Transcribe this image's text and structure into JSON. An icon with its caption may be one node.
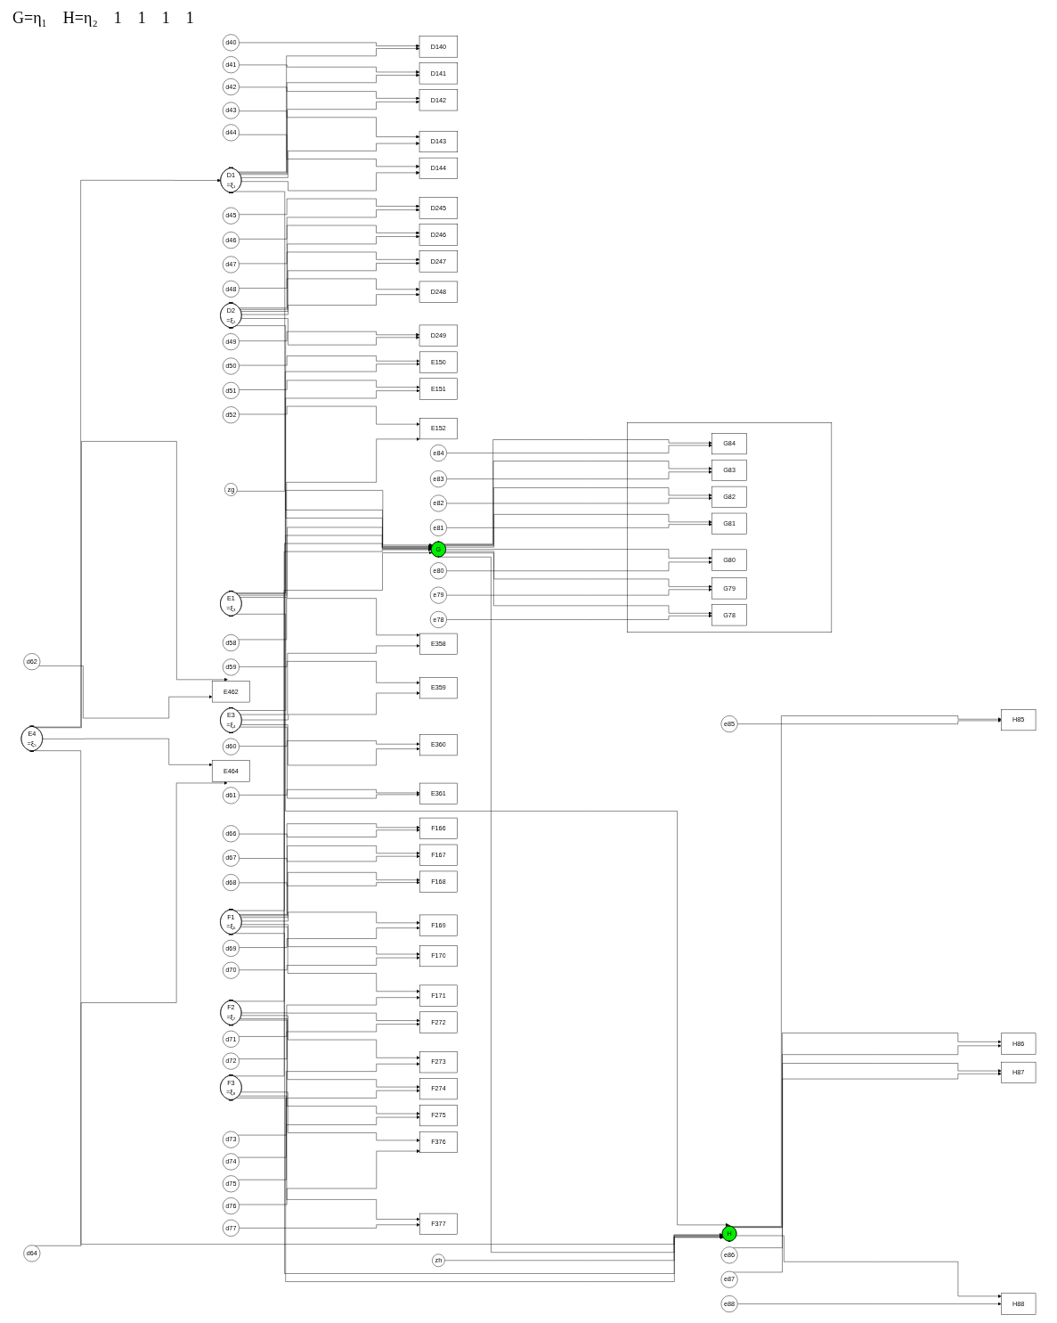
{
  "diagram": {
    "nodes": [
      {
        "text": [
          "d40"
        ]
      },
      {
        "text": [
          "d41"
        ]
      },
      {
        "text": [
          "d42"
        ]
      },
      {
        "text": [
          "d43"
        ]
      },
      {
        "text": [
          "d44"
        ]
      },
      {
        "text": [
          "d45"
        ]
      },
      {
        "text": [
          "d46"
        ]
      },
      {
        "text": [
          "d47"
        ]
      },
      {
        "text": [
          "d48"
        ]
      },
      {
        "text": [
          "d49"
        ]
      },
      {
        "text": [
          "D140"
        ]
      },
      {
        "text": [
          "D141"
        ]
      },
      {
        "text": [
          "D142"
        ]
      },
      {
        "text": [
          "D143"
        ]
      },
      {
        "text": [
          "D144"
        ]
      },
      {
        "text": [
          "D245"
        ]
      },
      {
        "text": [
          "D246"
        ]
      },
      {
        "text": [
          "D247"
        ]
      },
      {
        "text": [
          "D248"
        ]
      },
      {
        "text": [
          "D249"
        ]
      },
      {
        "text": [
          "D1",
          "=ξ₁"
        ]
      },
      {
        "text": [
          "D2",
          "=ξ₂"
        ]
      },
      {
        "text": [
          "zg"
        ]
      },
      {
        "text": [
          "d50"
        ]
      },
      {
        "text": [
          "E150"
        ]
      },
      {
        "text": [
          "d51"
        ]
      },
      {
        "text": [
          "E151"
        ]
      },
      {
        "text": [
          "d52"
        ]
      },
      {
        "text": [
          "E152"
        ]
      },
      {
        "text": [
          "E1",
          "=ξ₃"
        ]
      },
      {
        "text": [
          "G"
        ]
      },
      {
        "text": [],
        "shape": "box"
      },
      {
        "text": [
          "G84"
        ],
        "in": 31
      },
      {
        "text": [
          "G83"
        ],
        "in": 31
      },
      {
        "text": [
          "G82"
        ],
        "in": 31
      },
      {
        "text": [
          "G81"
        ],
        "in": 31
      },
      {
        "text": [
          "G80"
        ],
        "in": 31
      },
      {
        "text": [
          "G79"
        ],
        "in": 31
      },
      {
        "text": [
          "G78"
        ],
        "in": 31
      },
      {
        "text": [
          "e84"
        ]
      },
      {
        "text": [
          "e83"
        ]
      },
      {
        "text": [
          "e82"
        ]
      },
      {
        "text": [
          "e81"
        ]
      },
      {
        "text": [
          "e80"
        ]
      },
      {
        "text": [
          "e79"
        ]
      },
      {
        "text": [
          "e78"
        ]
      },
      {
        "text": [
          "d58"
        ]
      },
      {
        "text": [
          "E358"
        ]
      },
      {
        "text": [
          "d59"
        ]
      },
      {
        "text": [
          "E359"
        ]
      },
      {
        "text": [
          "E462"
        ]
      },
      {
        "text": [
          "d62"
        ]
      },
      {
        "text": [
          "E3",
          "=ξ₄"
        ]
      },
      {
        "text": [
          "d60"
        ]
      },
      {
        "text": [
          "E360"
        ]
      },
      {
        "text": [
          "E4",
          "=ξ₅"
        ]
      },
      {
        "text": [
          "E464"
        ]
      },
      {
        "text": [
          "d64"
        ]
      },
      {
        "text": [
          "d61"
        ]
      },
      {
        "text": [
          "E361"
        ]
      },
      {
        "text": [
          "H"
        ]
      },
      {
        "text": [
          "zh"
        ]
      },
      {
        "text": [
          "H85"
        ]
      },
      {
        "text": [
          "H86"
        ]
      },
      {
        "text": [
          "H87"
        ]
      },
      {
        "text": [
          "H88"
        ]
      },
      {
        "text": [
          "e85"
        ]
      },
      {
        "text": [
          "e86"
        ]
      },
      {
        "text": [
          "e87"
        ]
      },
      {
        "text": [
          "e88"
        ]
      },
      {
        "text": [
          "F1",
          "=ξ₆"
        ]
      },
      {
        "text": [
          "F2",
          "=ξ₇"
        ]
      },
      {
        "text": [
          "F3",
          "=ξ₈"
        ]
      },
      {
        "text": [
          "F166"
        ]
      },
      {
        "text": [
          "F167"
        ]
      },
      {
        "text": [
          "F168"
        ]
      },
      {
        "text": [
          "F169"
        ]
      },
      {
        "text": [
          "F170"
        ]
      },
      {
        "text": [
          "F171"
        ]
      },
      {
        "text": [
          "F272"
        ]
      },
      {
        "text": [
          "F273"
        ]
      },
      {
        "text": [
          "F274"
        ]
      },
      {
        "text": [
          "F275"
        ]
      },
      {
        "text": [
          "F376"
        ]
      },
      {
        "text": [
          "F377"
        ]
      },
      {
        "text": [
          "d66"
        ]
      },
      {
        "text": [
          "d67"
        ]
      },
      {
        "text": [
          "d68"
        ]
      },
      {
        "text": [
          "d69"
        ]
      },
      {
        "text": [
          "d70"
        ]
      },
      {
        "text": [
          "d71"
        ]
      },
      {
        "text": [
          "d72"
        ]
      },
      {
        "text": [
          "d73"
        ]
      },
      {
        "text": [
          "d74"
        ]
      },
      {
        "text": [
          "d75"
        ]
      },
      {
        "text": [
          "d76"
        ]
      },
      {
        "text": [
          "d77"
        ]
      }
    ],
    "edges": [
      {
        "from": 0,
        "to": 10,
        "arrow": "to"
      },
      {
        "from": 1,
        "to": 11,
        "arrow": "to"
      },
      {
        "from": 2,
        "to": 12,
        "arrow": "to"
      },
      {
        "from": 3,
        "to": 13,
        "arrow": "to"
      },
      {
        "from": 4,
        "to": 14,
        "arrow": "to"
      },
      {
        "from": 5,
        "to": 15,
        "arrow": "to"
      },
      {
        "from": 6,
        "to": 16,
        "arrow": "to"
      },
      {
        "from": 7,
        "to": 17,
        "arrow": "to"
      },
      {
        "from": 8,
        "to": 18,
        "arrow": "to"
      },
      {
        "from": 9,
        "to": 19,
        "arrow": "to"
      },
      {
        "from": 20,
        "to": 10,
        "arrow": "to"
      },
      {
        "from": 20,
        "to": 11,
        "arrow": "to"
      },
      {
        "from": 20,
        "to": 12,
        "arrow": "to"
      },
      {
        "from": 20,
        "to": 13,
        "arrow": "to"
      },
      {
        "from": 20,
        "to": 14,
        "arrow": "to"
      },
      {
        "from": 21,
        "to": 15,
        "arrow": "to"
      },
      {
        "from": 21,
        "to": 16,
        "arrow": "to"
      },
      {
        "from": 21,
        "to": 17,
        "arrow": "to"
      },
      {
        "from": 21,
        "to": 18,
        "arrow": "to"
      },
      {
        "from": 21,
        "to": 19,
        "arrow": "to"
      },
      {
        "from": 20,
        "to": 30,
        "arrow": "to"
      },
      {
        "from": 21,
        "to": 30,
        "arrow": "to"
      },
      {
        "from": 22,
        "to": 30,
        "arrow": "to"
      },
      {
        "from": 23,
        "to": 24,
        "arrow": "to"
      },
      {
        "from": 25,
        "to": 26,
        "arrow": "to"
      },
      {
        "from": 27,
        "to": 28,
        "arrow": "to"
      },
      {
        "from": 29,
        "to": 24,
        "arrow": "to"
      },
      {
        "from": 29,
        "to": 26,
        "arrow": "to"
      },
      {
        "from": 29,
        "to": 28,
        "arrow": "to"
      },
      {
        "from": 29,
        "to": 30,
        "arrow": "to"
      },
      {
        "from": 29,
        "to": 60,
        "arrow": "to"
      },
      {
        "from": 30,
        "to": 32,
        "arrow": "to"
      },
      {
        "from": 30,
        "to": 33,
        "arrow": "to"
      },
      {
        "from": 30,
        "to": 34,
        "arrow": "to"
      },
      {
        "from": 30,
        "to": 35,
        "arrow": "to"
      },
      {
        "from": 30,
        "to": 36,
        "arrow": "to"
      },
      {
        "from": 30,
        "to": 37,
        "arrow": "to"
      },
      {
        "from": 30,
        "to": 38,
        "arrow": "to"
      },
      {
        "from": 39,
        "to": 32,
        "arrow": "to"
      },
      {
        "from": 40,
        "to": 33,
        "arrow": "to"
      },
      {
        "from": 41,
        "to": 34,
        "arrow": "to"
      },
      {
        "from": 42,
        "to": 35,
        "arrow": "to"
      },
      {
        "from": 43,
        "to": 36,
        "arrow": "to"
      },
      {
        "from": 44,
        "to": 37,
        "arrow": "to"
      },
      {
        "from": 45,
        "to": 38,
        "arrow": "to"
      },
      {
        "from": 46,
        "to": 47,
        "arrow": "to"
      },
      {
        "from": 48,
        "to": 49,
        "arrow": "to"
      },
      {
        "from": 53,
        "to": 54,
        "arrow": "to"
      },
      {
        "from": 58,
        "to": 59,
        "arrow": "to"
      },
      {
        "from": 52,
        "to": 47,
        "arrow": "to"
      },
      {
        "from": 52,
        "to": 49,
        "arrow": "to"
      },
      {
        "from": 52,
        "to": 54,
        "arrow": "to"
      },
      {
        "from": 52,
        "to": 59,
        "arrow": "to"
      },
      {
        "from": 52,
        "to": 30,
        "arrow": "to"
      },
      {
        "from": 55,
        "to": 50,
        "arrow": "to"
      },
      {
        "from": 51,
        "to": 50,
        "arrow": "to"
      },
      {
        "from": 55,
        "to": 56,
        "arrow": "to"
      },
      {
        "from": 57,
        "to": 56,
        "arrow": "to"
      },
      {
        "from": 55,
        "to": 60,
        "arrow": "to"
      },
      {
        "from": 55,
        "to": 20,
        "arrow": "to"
      },
      {
        "from": 30,
        "to": 60,
        "arrow": "to"
      },
      {
        "from": 61,
        "to": 60,
        "arrow": "to"
      },
      {
        "from": 60,
        "to": 62,
        "arrow": "to"
      },
      {
        "from": 60,
        "to": 63,
        "arrow": "to"
      },
      {
        "from": 60,
        "to": 64,
        "arrow": "to"
      },
      {
        "from": 60,
        "to": 65,
        "arrow": "to"
      },
      {
        "from": 66,
        "to": 62,
        "arrow": "to"
      },
      {
        "from": 67,
        "to": 63,
        "arrow": "to"
      },
      {
        "from": 68,
        "to": 64,
        "arrow": "to"
      },
      {
        "from": 69,
        "to": 65,
        "arrow": "to"
      },
      {
        "from": 70,
        "to": 30,
        "arrow": "to"
      },
      {
        "from": 70,
        "to": 60,
        "arrow": "to"
      },
      {
        "from": 71,
        "to": 30,
        "arrow": "to"
      },
      {
        "from": 72,
        "to": 30,
        "arrow": "to"
      },
      {
        "from": 72,
        "to": 60,
        "arrow": "to"
      },
      {
        "from": 70,
        "to": 73,
        "arrow": "to"
      },
      {
        "from": 70,
        "to": 74,
        "arrow": "to"
      },
      {
        "from": 70,
        "to": 75,
        "arrow": "to"
      },
      {
        "from": 70,
        "to": 76,
        "arrow": "to"
      },
      {
        "from": 70,
        "to": 77,
        "arrow": "to"
      },
      {
        "from": 70,
        "to": 78,
        "arrow": "to"
      },
      {
        "from": 71,
        "to": 79,
        "arrow": "to"
      },
      {
        "from": 71,
        "to": 80,
        "arrow": "to"
      },
      {
        "from": 71,
        "to": 81,
        "arrow": "to"
      },
      {
        "from": 71,
        "to": 82,
        "arrow": "to"
      },
      {
        "from": 72,
        "to": 83,
        "arrow": "to"
      },
      {
        "from": 72,
        "to": 84,
        "arrow": "to"
      },
      {
        "from": 85,
        "to": 73,
        "arrow": "to"
      },
      {
        "from": 86,
        "to": 74,
        "arrow": "to"
      },
      {
        "from": 87,
        "to": 75,
        "arrow": "to"
      },
      {
        "from": 88,
        "to": 76,
        "arrow": "to"
      },
      {
        "from": 89,
        "to": 77,
        "arrow": "to"
      },
      {
        "from": 90,
        "to": 78,
        "arrow": "to"
      },
      {
        "from": 91,
        "to": 79,
        "arrow": "to"
      },
      {
        "from": 92,
        "to": 80,
        "arrow": "to"
      },
      {
        "from": 93,
        "to": 81,
        "arrow": "to"
      },
      {
        "from": 94,
        "to": 82,
        "arrow": "to"
      },
      {
        "from": 95,
        "to": 83,
        "arrow": "to"
      },
      {
        "from": 96,
        "to": 84,
        "arrow": "to"
      }
    ],
    "labels": [
      "G=η₁",
      "H=η₂",
      "1",
      "1",
      "1",
      "1"
    ]
  }
}
